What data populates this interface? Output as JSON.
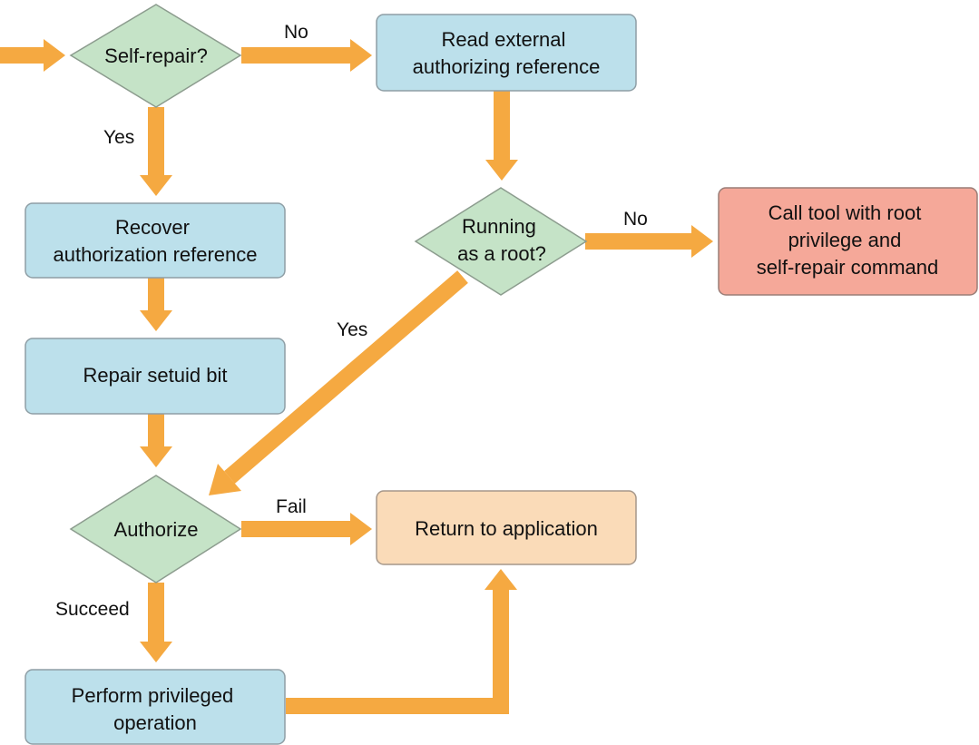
{
  "colors": {
    "arrow": "#F5A941",
    "decision_fill": "#C5E3C7",
    "decision_stroke": "#8C9C8E",
    "process_fill": "#BCE0EB",
    "process_stroke": "#8E9EA5",
    "error_fill": "#F5A899",
    "error_stroke": "#9A7D77",
    "return_fill": "#FADBB8",
    "return_stroke": "#A5978A"
  },
  "nodes": {
    "self_repair": {
      "lines": [
        "Self-repair?"
      ],
      "shape": "decision"
    },
    "read_external": {
      "lines": [
        "Read external",
        "authorizing reference"
      ],
      "shape": "process"
    },
    "recover_auth": {
      "lines": [
        "Recover",
        "authorization reference"
      ],
      "shape": "process"
    },
    "running_root": {
      "lines": [
        "Running",
        "as a root?"
      ],
      "shape": "decision"
    },
    "call_tool": {
      "lines": [
        "Call tool with root",
        "privilege and",
        "self-repair command"
      ],
      "shape": "error"
    },
    "repair_setuid": {
      "lines": [
        "Repair setuid bit"
      ],
      "shape": "process"
    },
    "authorize": {
      "lines": [
        "Authorize"
      ],
      "shape": "decision"
    },
    "return_app": {
      "lines": [
        "Return to application"
      ],
      "shape": "terminal"
    },
    "perform_op": {
      "lines": [
        "Perform privileged",
        "operation"
      ],
      "shape": "process"
    }
  },
  "edge_labels": {
    "self_repair_no": "No",
    "self_repair_yes": "Yes",
    "running_root_no": "No",
    "running_root_yes": "Yes",
    "authorize_fail": "Fail",
    "authorize_succeed": "Succeed"
  }
}
